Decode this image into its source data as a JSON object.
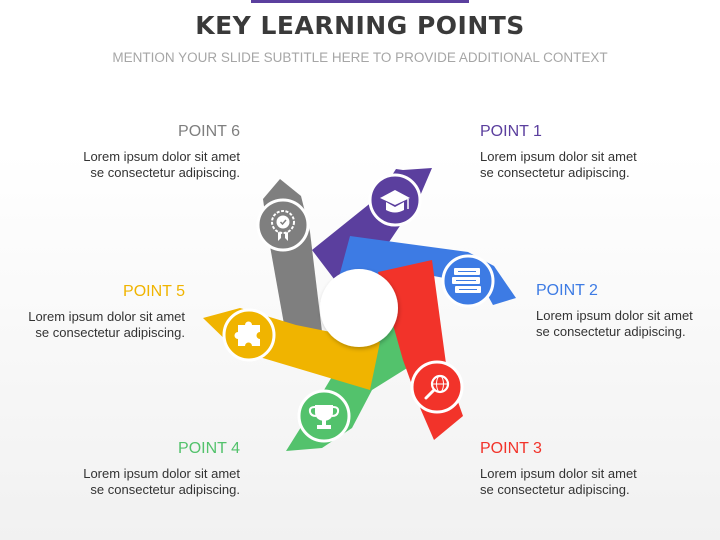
{
  "title": "KEY LEARNING POINTS",
  "subtitle": "MENTION YOUR SLIDE SUBTITLE HERE TO PROVIDE ADDITIONAL CONTEXT",
  "colors": {
    "title": "#3a3a3a",
    "subtitle": "#a6a6a6",
    "point1": "#5b3f9e",
    "point2": "#3d7be4",
    "point3": "#f2332a",
    "point4": "#53c26c",
    "point5": "#f0b400",
    "point6": "#7f7f7f"
  },
  "points": [
    {
      "label": "POINT 1",
      "line1": "Lorem ipsum dolor sit amet",
      "line2": "se consectetur adipiscing.",
      "icon": "graduation-cap-icon"
    },
    {
      "label": "POINT 2",
      "line1": "Lorem ipsum dolor sit amet",
      "line2": "se consectetur adipiscing.",
      "icon": "books-icon"
    },
    {
      "label": "POINT 3",
      "line1": "Lorem ipsum dolor sit amet",
      "line2": "se consectetur adipiscing.",
      "icon": "globe-search-icon"
    },
    {
      "label": "POINT 4",
      "line1": "Lorem ipsum dolor sit amet",
      "line2": "se consectetur adipiscing.",
      "icon": "trophy-icon"
    },
    {
      "label": "POINT 5",
      "line1": "Lorem ipsum dolor sit amet",
      "line2": "se consectetur adipiscing.",
      "icon": "puzzle-icon"
    },
    {
      "label": "POINT 6",
      "line1": "Lorem ipsum dolor sit amet",
      "line2": "se consectetur adipiscing.",
      "icon": "award-badge-icon"
    }
  ]
}
